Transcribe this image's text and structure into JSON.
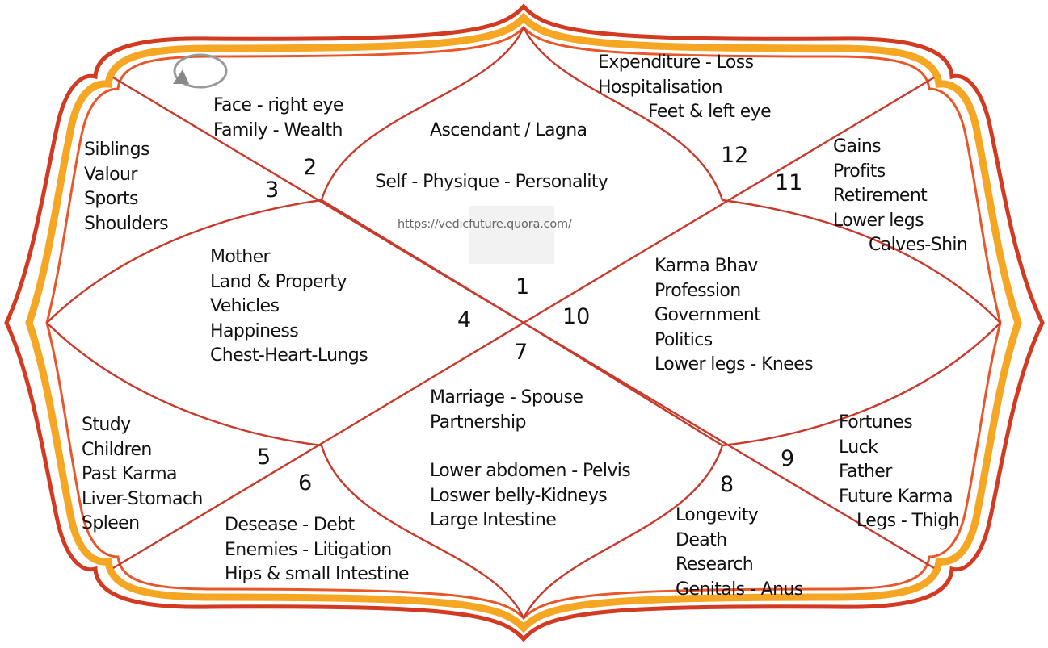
{
  "watermark": "https://vedicfuture.quora.com/",
  "colors": {
    "frame_outer": "#d23a22",
    "frame_middle": "#f5a623",
    "lines": "#c83a2c",
    "text": "#111111"
  },
  "houses": [
    {
      "number": "1",
      "lines": [
        "Ascendant / Lagna",
        "Self - Physique - Personality"
      ]
    },
    {
      "number": "2",
      "lines": [
        "Face - right eye",
        "Family -  Wealth"
      ]
    },
    {
      "number": "3",
      "lines": [
        "Siblings",
        "Valour",
        "Sports",
        "Shoulders"
      ]
    },
    {
      "number": "4",
      "lines": [
        "Mother",
        "Land & Property",
        "Vehicles",
        "Happiness",
        "Chest-Heart-Lungs"
      ]
    },
    {
      "number": "5",
      "lines": [
        "Study",
        "Children",
        "Past Karma",
        "Liver-Stomach",
        "Spleen"
      ]
    },
    {
      "number": "6",
      "lines": [
        "Desease - Debt",
        "Enemies - Litigation",
        "Hips & small Intestine"
      ]
    },
    {
      "number": "7",
      "lines": [
        "Marriage - Spouse",
        "Partnership",
        "Lower abdomen - Pelvis",
        "Loswer belly-Kidneys",
        "Large Intestine"
      ]
    },
    {
      "number": "8",
      "lines": [
        "Longevity",
        "Death",
        "Research",
        "Genitals - Anus"
      ]
    },
    {
      "number": "9",
      "lines": [
        "Fortunes",
        "Luck",
        "Father",
        "Future Karma",
        "Legs - Thigh"
      ]
    },
    {
      "number": "10",
      "lines": [
        "Karma Bhav",
        "Profession",
        "Government",
        "Politics",
        "Lower legs - Knees"
      ]
    },
    {
      "number": "11",
      "lines": [
        "Gains",
        "Profits",
        "Retirement",
        "Lower legs",
        "Calves-Shin"
      ]
    },
    {
      "number": "12",
      "lines": [
        "Expenditure - Loss",
        "Hospitalisation",
        "Feet & left eye"
      ]
    }
  ]
}
